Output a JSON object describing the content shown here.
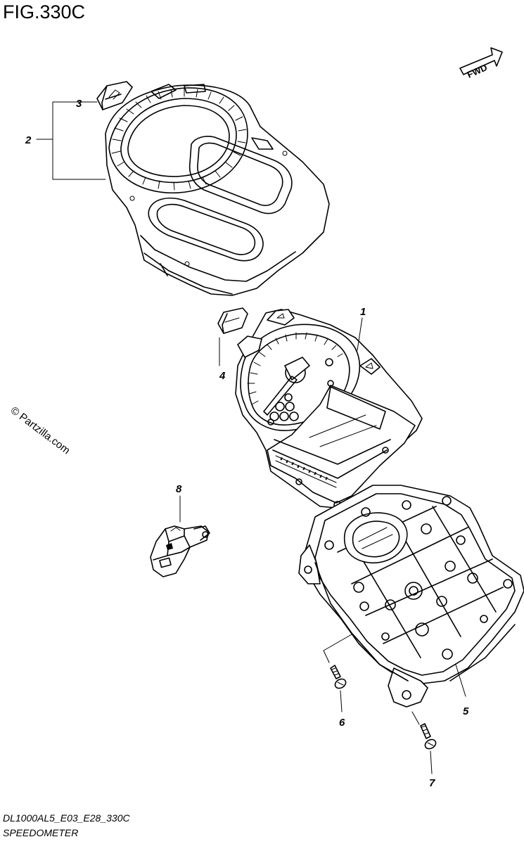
{
  "figure": {
    "title": "FIG.330C",
    "fwd_label": "FWD",
    "watermark": "© Partzilla.com",
    "footer_code": "DL1000AL5_E03_E28_330C",
    "footer_name": "SPEEDOMETER"
  },
  "callouts": [
    {
      "id": "1",
      "label": "1"
    },
    {
      "id": "2",
      "label": "2"
    },
    {
      "id": "3",
      "label": "3"
    },
    {
      "id": "4",
      "label": "4"
    },
    {
      "id": "5",
      "label": "5"
    },
    {
      "id": "6",
      "label": "6"
    },
    {
      "id": "7",
      "label": "7"
    },
    {
      "id": "8",
      "label": "8"
    }
  ],
  "parts": [
    {
      "id": "meter-cover",
      "icon": "meter-cover-icon"
    },
    {
      "id": "meter-assembly",
      "icon": "meter-assembly-icon"
    },
    {
      "id": "meter-case",
      "icon": "meter-case-icon"
    },
    {
      "id": "connector",
      "icon": "connector-icon"
    },
    {
      "id": "screw-6",
      "icon": "screw-icon"
    },
    {
      "id": "screw-7",
      "icon": "screw-icon"
    },
    {
      "id": "clip-3",
      "icon": "clip-icon"
    },
    {
      "id": "clip-4",
      "icon": "clip-icon"
    }
  ]
}
